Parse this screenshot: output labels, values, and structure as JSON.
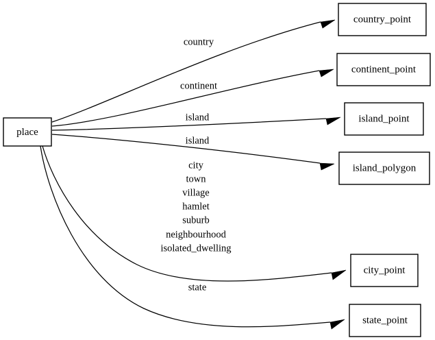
{
  "diagram": {
    "type": "directed-graph",
    "background_color": "#ffffff",
    "stroke_color": "#000000",
    "text_color": "#000000",
    "source_node": {
      "id": "place",
      "label": "place"
    },
    "target_nodes": [
      {
        "id": "country_point",
        "label": "country_point"
      },
      {
        "id": "continent_point",
        "label": "continent_point"
      },
      {
        "id": "island_point",
        "label": "island_point"
      },
      {
        "id": "island_polygon",
        "label": "island_polygon"
      },
      {
        "id": "city_point",
        "label": "city_point"
      },
      {
        "id": "state_point",
        "label": "state_point"
      }
    ],
    "edges": [
      {
        "from": "place",
        "to": "country_point",
        "label": "country"
      },
      {
        "from": "place",
        "to": "continent_point",
        "label": "continent"
      },
      {
        "from": "place",
        "to": "island_point",
        "label": "island"
      },
      {
        "from": "place",
        "to": "island_polygon",
        "label": "island"
      },
      {
        "from": "place",
        "to": "city_point",
        "label": "city\ntown\nvillage\nhamlet\nsuburb\nneighbourhood\nisolated_dwelling"
      },
      {
        "from": "place",
        "to": "state_point",
        "label": "state"
      }
    ],
    "edge_label_lines": {
      "country": [
        "country"
      ],
      "continent": [
        "continent"
      ],
      "island_a": [
        "island"
      ],
      "island_b": [
        "island"
      ],
      "city": [
        "city",
        "town",
        "village",
        "hamlet",
        "suburb",
        "neighbourhood",
        "isolated_dwelling"
      ],
      "state": [
        "state"
      ]
    }
  }
}
